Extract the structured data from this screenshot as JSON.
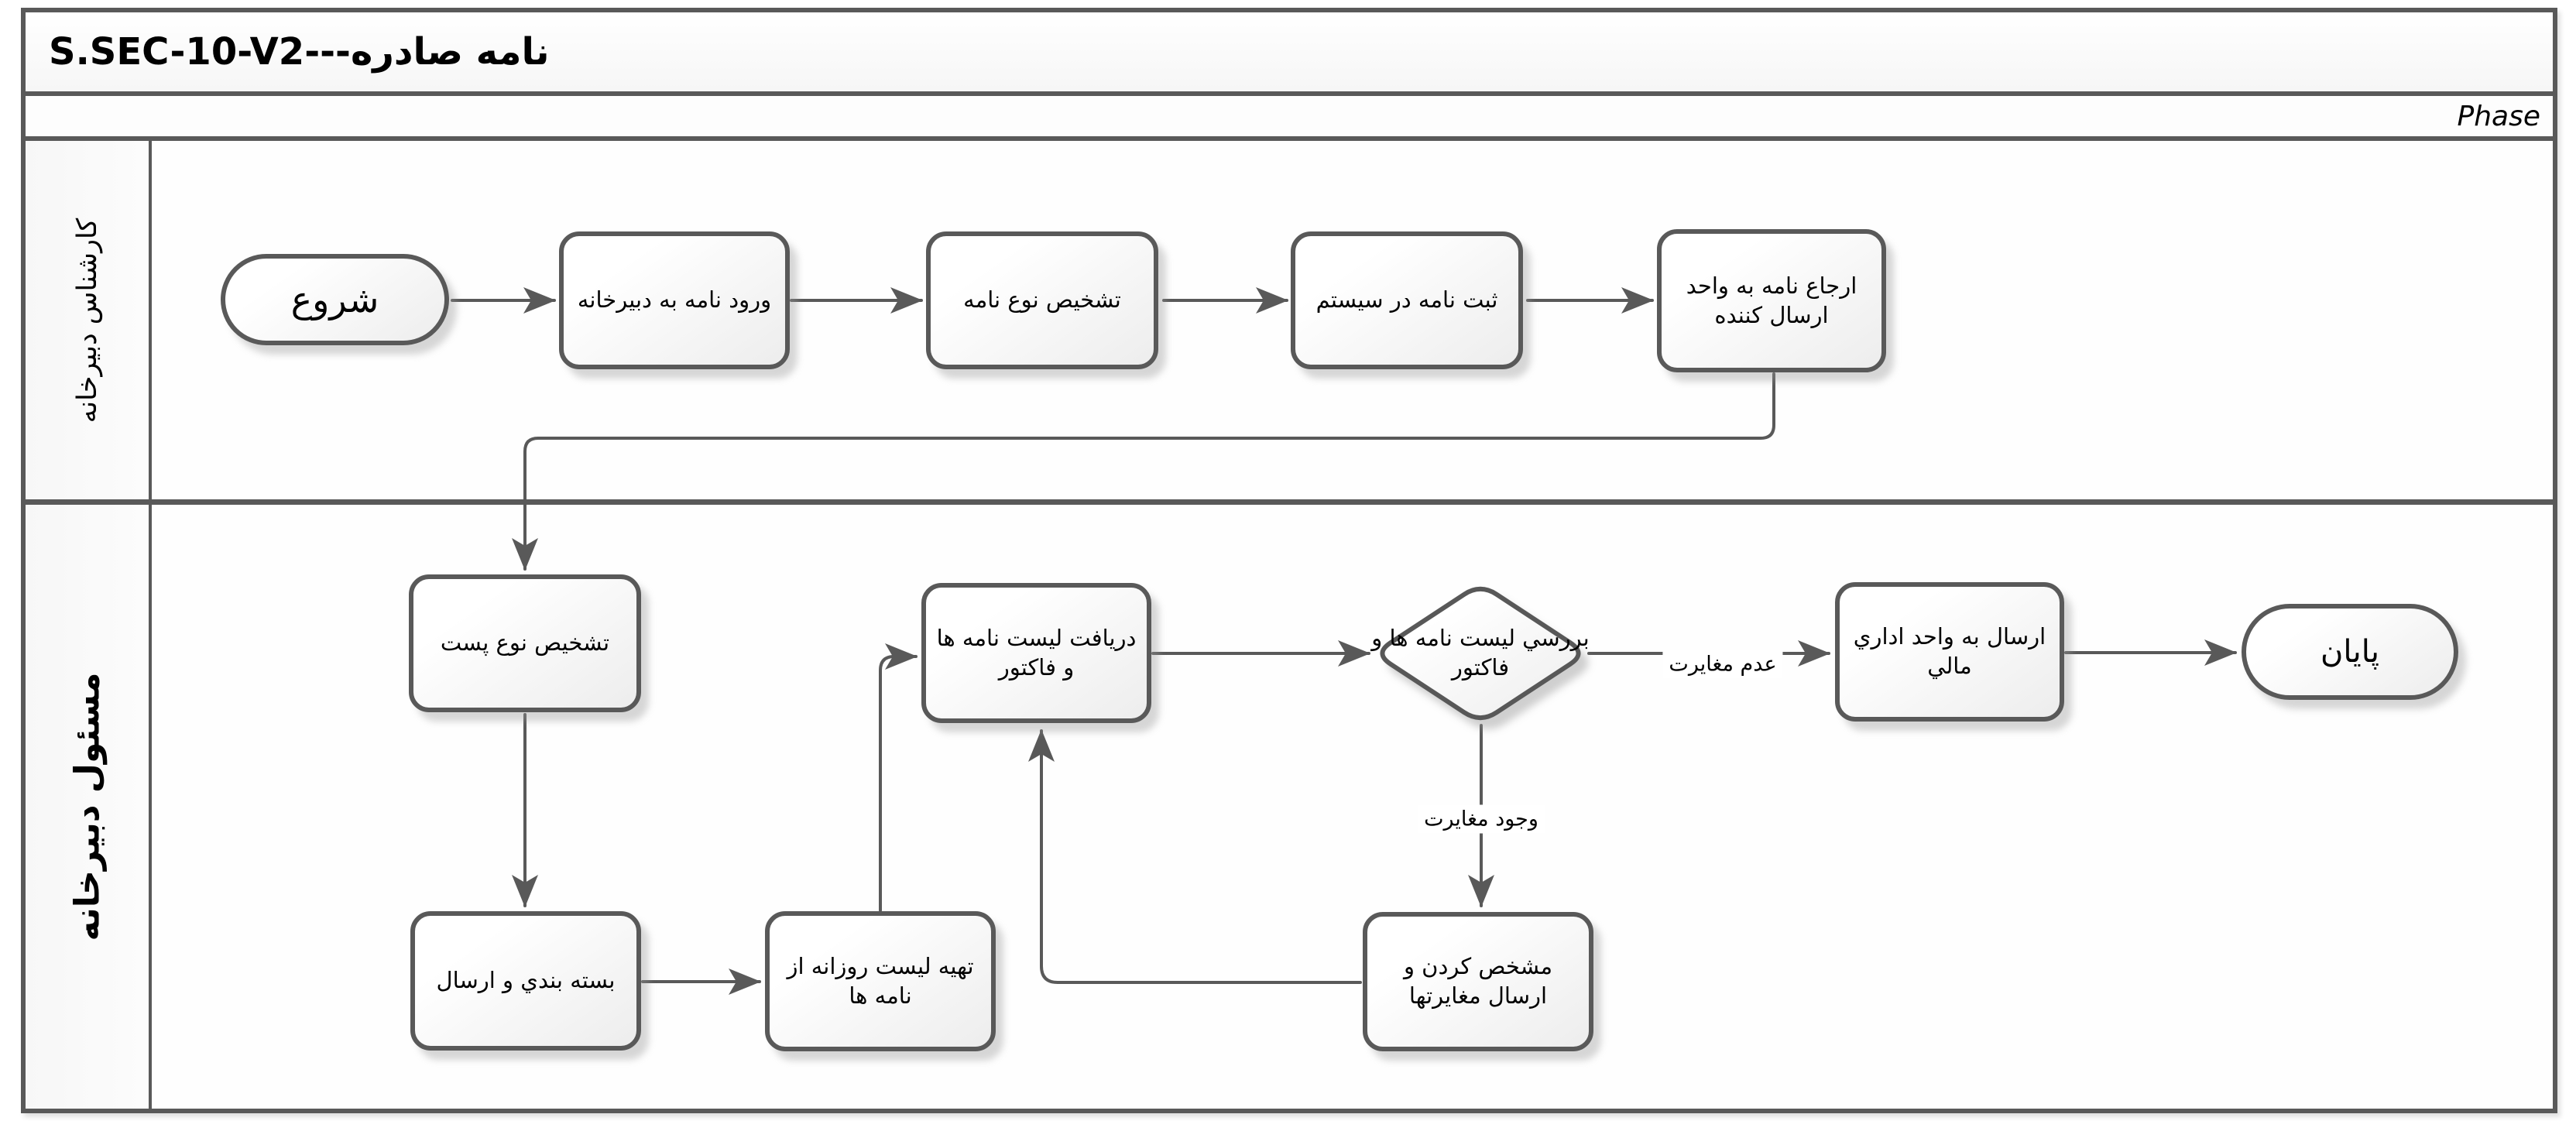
{
  "header": {
    "title": "S.SEC-10-V2---نامه صادره",
    "phase_label": "Phase"
  },
  "lanes": [
    {
      "label": "کارشناس دبیرخانه"
    },
    {
      "label": "مسئول دبیرخانه"
    }
  ],
  "nodes": {
    "start": "شروع",
    "enter_letter": "ورود نامه به دبیرخانه",
    "detect_letter_type": "تشخیص نوع نامه",
    "register_letter": "ثبت نامه در سیستم",
    "refer_letter": "ارجاع نامه به واحد ارسال کننده",
    "detect_post_type": "تشخیص نوع پست",
    "packing_sending": "بسته بندي و ارسال",
    "prepare_daily_list": "تهیه لیست روزانه از نامه ها",
    "receive_list": "دریافت لیست نامه ها و فاکتور",
    "review_list": "بررسي لیست نامه ها و فاکتور",
    "mark_discrepancies": "مشخص کردن و ارسال مغایرتها",
    "send_admin_finance": "ارسال به واحد اداري مالي",
    "end": "پایان"
  },
  "edge_labels": {
    "no_discrepancy": "عدم مغایرت",
    "has_discrepancy": "وجود مغایرت"
  },
  "colors": {
    "stroke": "#595959"
  }
}
